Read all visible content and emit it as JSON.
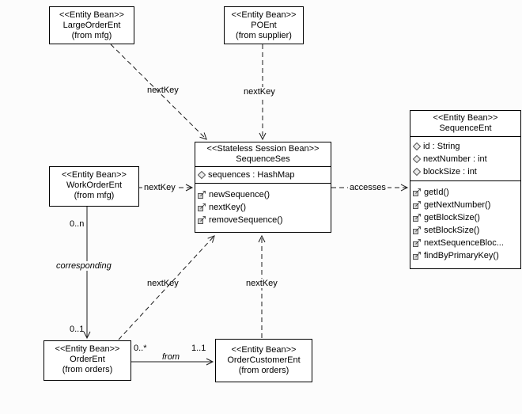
{
  "diagram": {
    "colors": {
      "line": "#1a1a1a",
      "box_fill": "#ffffff",
      "background": "#fcfcfc"
    },
    "icons": {
      "attribute": "attribute-icon (small diamond glyph)",
      "method": "method-icon (small box with arrow glyph)"
    },
    "classes": {
      "large_order": {
        "stereotype": "<<Entity Bean>>",
        "name": "LargeOrderEnt",
        "origin": "(from mfg)"
      },
      "po": {
        "stereotype": "<<Entity Bean>>",
        "name": "POEnt",
        "origin": "(from supplier)"
      },
      "work_order": {
        "stereotype": "<<Entity Bean>>",
        "name": "WorkOrderEnt",
        "origin": "(from mfg)"
      },
      "order": {
        "stereotype": "<<Entity Bean>>",
        "name": "OrderEnt",
        "origin": "(from orders)"
      },
      "order_customer": {
        "stereotype": "<<Entity Bean>>",
        "name": "OrderCustomerEnt",
        "origin": "(from orders)"
      },
      "sequence_ses": {
        "stereotype": "<<Stateless Session Bean>>",
        "name": "SequenceSes",
        "attributes": [
          "sequences : HashMap"
        ],
        "methods": [
          "newSequence()",
          "nextKey()",
          "removeSequence()"
        ]
      },
      "sequence_ent": {
        "stereotype": "<<Entity Bean>>",
        "name": "SequenceEnt",
        "attributes": [
          "id : String",
          "nextNumber : int",
          "blockSize : int"
        ],
        "methods": [
          "getId()",
          "getNextNumber()",
          "getBlockSize()",
          "setBlockSize()",
          "nextSequenceBloc...",
          "findByPrimaryKey()"
        ]
      }
    },
    "edges": [
      {
        "from": "LargeOrderEnt",
        "to": "SequenceSes",
        "type": "dependency",
        "label": "nextKey"
      },
      {
        "from": "POEnt",
        "to": "SequenceSes",
        "type": "dependency",
        "label": "nextKey"
      },
      {
        "from": "WorkOrderEnt",
        "to": "SequenceSes",
        "type": "dependency",
        "label": "nextKey"
      },
      {
        "from": "SequenceSes",
        "to": "SequenceEnt",
        "type": "dependency",
        "label": "accesses"
      },
      {
        "from": "OrderEnt",
        "to": "SequenceSes",
        "type": "dependency",
        "label": "nextKey"
      },
      {
        "from": "OrderCustomerEnt",
        "to": "SequenceSes",
        "type": "dependency",
        "label": "nextKey"
      },
      {
        "from": "WorkOrderEnt",
        "to": "OrderEnt",
        "type": "association",
        "label": "corresponding",
        "from_multiplicity": "0..n",
        "to_multiplicity": "0..1"
      },
      {
        "from": "OrderEnt",
        "to": "OrderCustomerEnt",
        "type": "association",
        "label": "from",
        "from_multiplicity": "0..*",
        "to_multiplicity": "1..1"
      }
    ]
  }
}
